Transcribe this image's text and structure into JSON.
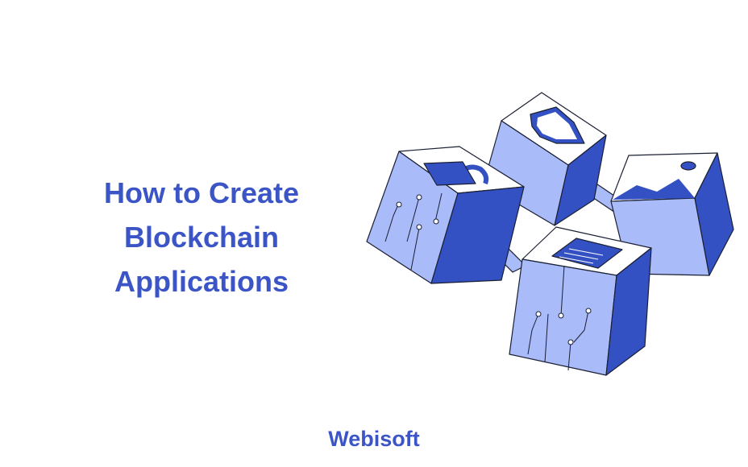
{
  "headline": {
    "line1": "How to Create",
    "line2": "Blockchain",
    "line3": "Applications"
  },
  "brand": {
    "name": "Webisoft"
  },
  "colors": {
    "text": "#3b55c7",
    "cube_light": "#a9bcf9",
    "cube_mid": "#7f96ef",
    "cube_dark": "#3451c4",
    "outline": "#1a1f33",
    "face_white": "#ffffff"
  },
  "illustration": {
    "blocks": [
      {
        "icon": "shield-icon"
      },
      {
        "icon": "lock-icon"
      },
      {
        "icon": "image-icon"
      },
      {
        "icon": "document-icon"
      }
    ]
  }
}
